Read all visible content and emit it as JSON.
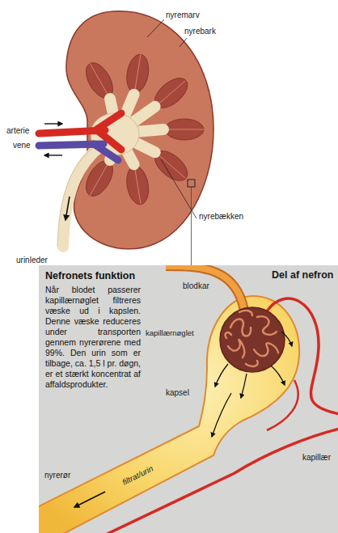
{
  "diagram": {
    "nodes": [
      {
        "text": [
          "Nefronets funktion",
          "Når blodet passerer kapillærnøglet filtreres væske ud i kapslen. Denne væske reduceres under transporten gennem nyrerørene med 99%. Den urin som er tilbage, ca. 1,5 l pr. døgn, er et stærkt koncentrat af affaldsprodukter."
        ]
      }
    ],
    "labels": [
      "nyremarv",
      "nyrebark",
      "arterie",
      "vene",
      "nyrebækken",
      "urinleder",
      "Del af nefron",
      "blodkar",
      "kapillærnøglet",
      "kapsel",
      "filtrat/urin",
      "kapillær",
      "nyrerør"
    ]
  }
}
